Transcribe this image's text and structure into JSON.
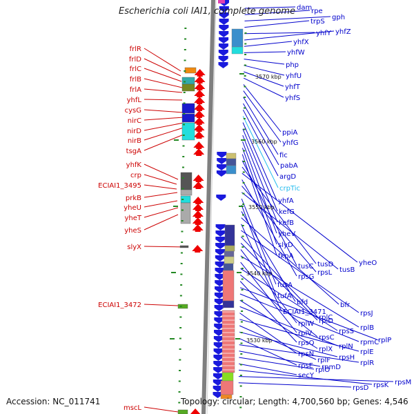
{
  "title": "Escherichia coli IAI1, complete genome",
  "accession": "Accession: NC_011741",
  "topology": "Topology: circular; Length: 4,700,560 bp; Genes: 4,546",
  "colors": {
    "forward_label": "#cc0000",
    "reverse_label": "#0000cc",
    "highlight_label": "#22bbee"
  },
  "coord_labels": [
    "3570 kbp",
    "3560 kbp",
    "3550 kbp",
    "3540 kbp",
    "3530 kbp"
  ],
  "left_labels": [
    "frlR",
    "frlD",
    "frlC",
    "frlB",
    "frlA",
    "yhfL",
    "cysG",
    "nirC",
    "nirD",
    "nirB",
    "tsgA",
    "yhfK",
    "crp",
    "ECIAI1_3495",
    "prkB",
    "yheU",
    "yheT",
    "yheS",
    "slyX",
    "ECIAI1_3472",
    "mscL"
  ],
  "right_labels": [
    "dam",
    "rpe",
    "gph",
    "trpS",
    "yhfY",
    "yhfZ",
    "yhfX",
    "yhfW",
    "php",
    "yhfU",
    "yhfT",
    "yhfS",
    "ppiA",
    "yhfG",
    "fic",
    "pabA",
    "argD",
    "crpTic",
    "yhfA",
    "kefG",
    "kefB",
    "yheV",
    "slyD",
    "fkpA",
    "tusC",
    "tusD",
    "yheO",
    "rpsG",
    "rpsL",
    "tusB",
    "fusA",
    "tufA",
    "bfd",
    "bfr",
    "ECIAI1_3471",
    "rpsJ",
    "rplC",
    "rplD",
    "rplW",
    "rplB",
    "rplV",
    "rpsS",
    "rpsC",
    "rpsQ",
    "rplP",
    "rpmC",
    "rpsN",
    "rplX",
    "rplN",
    "rplE",
    "rplF",
    "rpsH",
    "rpsE",
    "rplR",
    "rpmD",
    "rplO",
    "secY",
    "rpsK",
    "rpsM",
    "rpsD"
  ]
}
